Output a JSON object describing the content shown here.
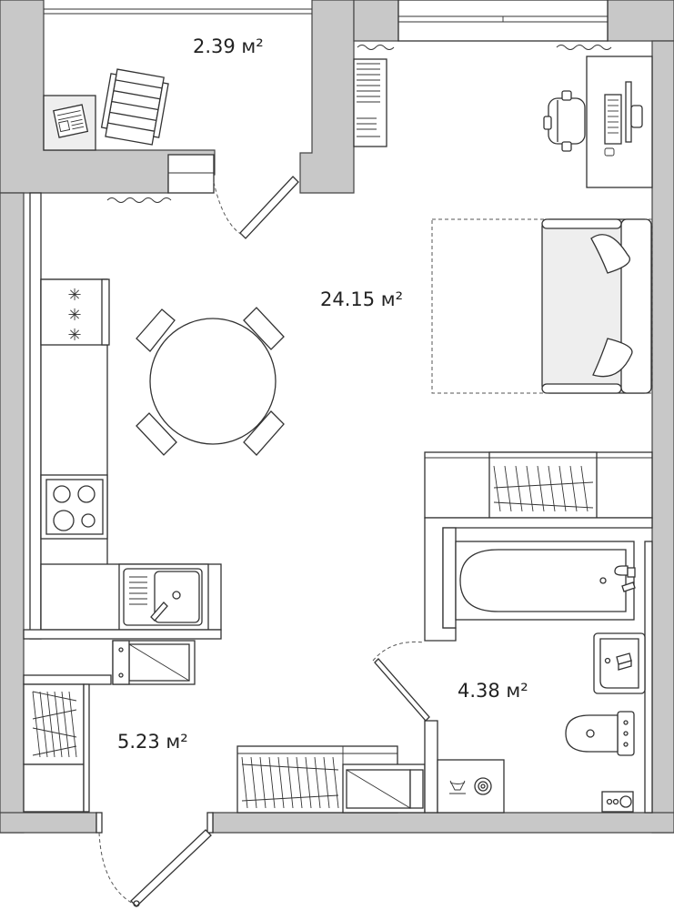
{
  "rooms": {
    "balcony": {
      "area_label": "2.39 м²"
    },
    "main_room": {
      "area_label": "24.15 м²"
    },
    "bathroom": {
      "area_label": "4.38 м²"
    },
    "hallway": {
      "area_label": "5.23 м²"
    }
  },
  "colors": {
    "wall_fill": "#c8c8c8",
    "line": "#333333",
    "background": "#ffffff",
    "furniture_fill": "#eeeeee"
  },
  "icons": [
    "newspaper-icon",
    "deck-chair-icon",
    "bookshelf-icon",
    "computer-desk-icon",
    "office-chair-icon",
    "sofa-icon",
    "pillow-icon",
    "dining-table-icon",
    "chair-icon",
    "stove-icon",
    "cooktop-icon",
    "sink-icon",
    "wardrobe-icon",
    "bathtub-icon",
    "washbasin-icon",
    "toilet-icon",
    "washing-machine-icon",
    "radiator-icon",
    "door-icon"
  ]
}
